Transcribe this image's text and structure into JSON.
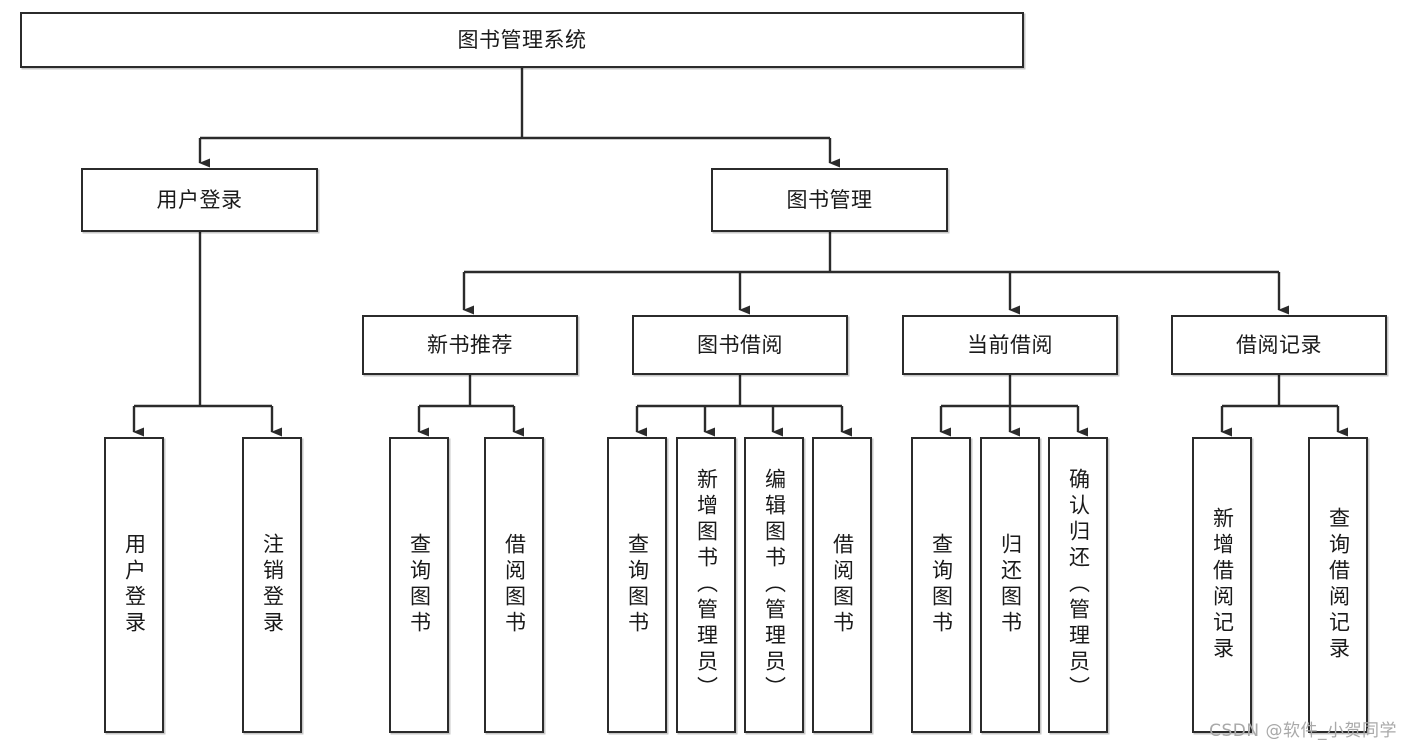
{
  "diagram": {
    "title": "图书管理系统",
    "type": "tree-hierarchy",
    "watermark": "CSDN @软件_小贺同学",
    "colors": {
      "stroke": "#2b2b2b",
      "fill": "#ffffff",
      "text": "#1a1a1a",
      "watermark": "#a9a9a9"
    },
    "nodes": {
      "root": {
        "label": "图书管理系统"
      },
      "level2": [
        {
          "id": "user-login",
          "label": "用户登录"
        },
        {
          "id": "book-manage",
          "label": "图书管理"
        }
      ],
      "level3": [
        {
          "id": "new-book-recommend",
          "label": "新书推荐"
        },
        {
          "id": "book-borrow",
          "label": "图书借阅"
        },
        {
          "id": "current-borrow",
          "label": "当前借阅"
        },
        {
          "id": "borrow-record",
          "label": "借阅记录"
        }
      ],
      "leaves": {
        "user-login": [
          {
            "id": "leaf-user-login",
            "label": "用户登录"
          },
          {
            "id": "leaf-logout-login",
            "label": "注销登录"
          }
        ],
        "new-book-recommend": [
          {
            "id": "leaf-query-book-1",
            "label": "查询图书"
          },
          {
            "id": "leaf-borrow-book-1",
            "label": "借阅图书"
          }
        ],
        "book-borrow": [
          {
            "id": "leaf-query-book-2",
            "label": "查询图书"
          },
          {
            "id": "leaf-add-book",
            "label": "新增图书（管理员）"
          },
          {
            "id": "leaf-edit-book",
            "label": "编辑图书（管理员）"
          },
          {
            "id": "leaf-borrow-book-2",
            "label": "借阅图书"
          }
        ],
        "current-borrow": [
          {
            "id": "leaf-query-book-3",
            "label": "查询图书"
          },
          {
            "id": "leaf-return-book",
            "label": "归还图书"
          },
          {
            "id": "leaf-confirm-return",
            "label": "确认归还（管理员）"
          }
        ],
        "borrow-record": [
          {
            "id": "leaf-add-record",
            "label": "新增借阅记录"
          },
          {
            "id": "leaf-query-record",
            "label": "查询借阅记录"
          }
        ]
      }
    }
  }
}
